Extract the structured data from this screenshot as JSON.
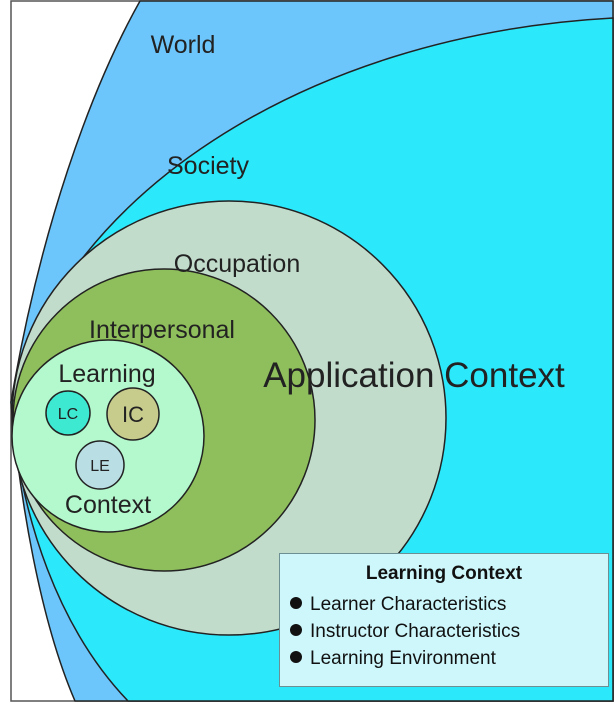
{
  "labels": {
    "world": "World",
    "society": "Society",
    "occupation": "Occupation",
    "interpersonal": "Interpersonal",
    "learning": "Learning",
    "context": "Context",
    "application_context": "Application Context",
    "lc": "LC",
    "ic": "IC",
    "le": "LE"
  },
  "legend": {
    "title": "Learning Context",
    "items": [
      "Learner Characteristics",
      "Instructor Characteristics",
      "Learning Environment"
    ]
  },
  "colors": {
    "world": "#6cc6fb",
    "society": "#2be8fb",
    "occupation": "#c2dccc",
    "interpersonal": "#8fbf5c",
    "learning": "#b4f8cd",
    "lc": "#3ee9d2",
    "ic": "#c7cc8c",
    "le": "#b9dfe5",
    "legend_bg": "#cdf7fb"
  }
}
